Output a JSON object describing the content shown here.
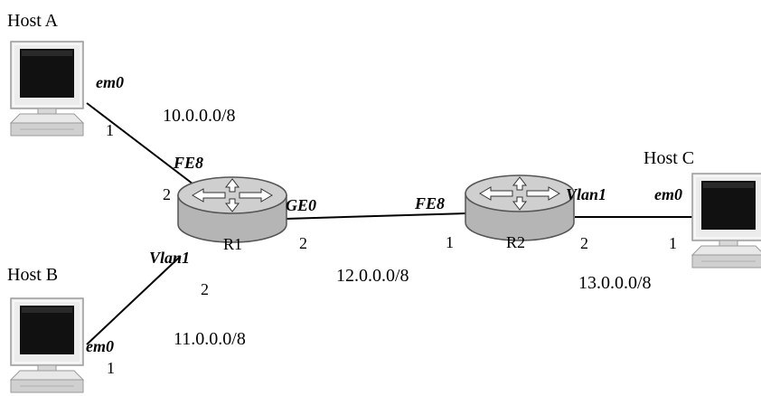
{
  "hosts": {
    "a": {
      "label": "Host A",
      "iface": "em0",
      "port": "1"
    },
    "b": {
      "label": "Host B",
      "iface": "em0",
      "port": "1"
    },
    "c": {
      "label": "Host C",
      "iface": "em0",
      "port": "1"
    }
  },
  "routers": {
    "r1": {
      "label": "R1",
      "iface_hosta": "FE8",
      "port_hosta": "2",
      "iface_hostb": "Vlan1",
      "port_hostb": "2",
      "iface_r2": "GE0",
      "port_r2": "2"
    },
    "r2": {
      "label": "R2",
      "iface_r1": "FE8",
      "port_r1": "1",
      "iface_hostc": "Vlan1",
      "port_hostc": "2"
    }
  },
  "networks": {
    "a_r1": "10.0.0.0/8",
    "b_r1": "11.0.0.0/8",
    "r1_r2": "12.0.0.0/8",
    "r2_c": "13.0.0.0/8"
  },
  "colors": {
    "router_top": "#cfcfcf",
    "router_side": "#b5b5b5",
    "monitor_frame": "#ececec",
    "screen": "#111111",
    "host_base": "#e8e8e8",
    "host_shadow": "#cfcfcf"
  }
}
